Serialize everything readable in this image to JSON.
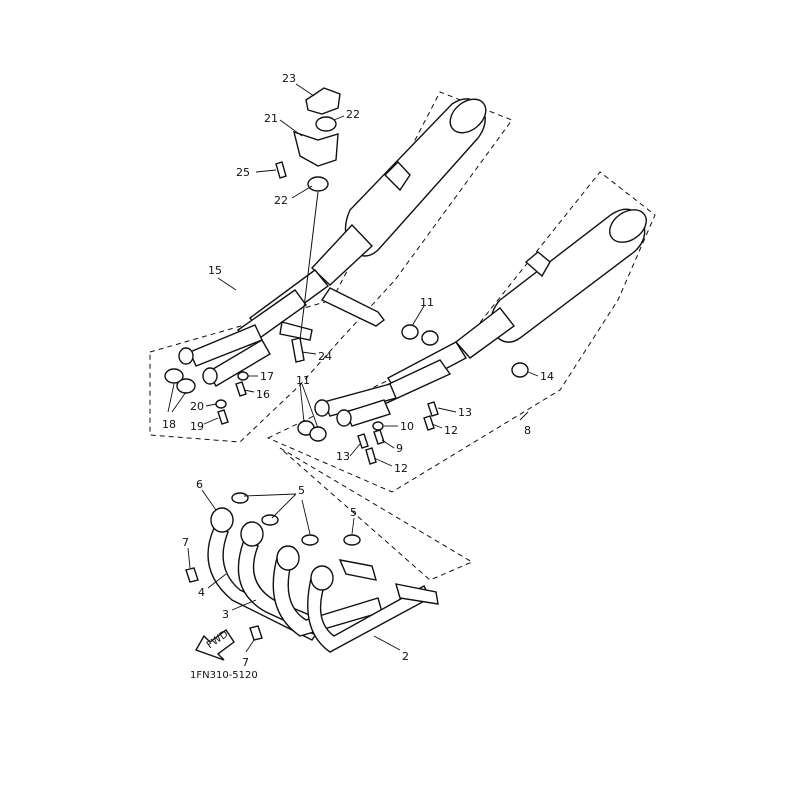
{
  "diagram": {
    "catalog_code": "1FN310-5120",
    "fwd_arrow_text": "FWD",
    "callouts": [
      {
        "id": "c23",
        "text": "23"
      },
      {
        "id": "c22a",
        "text": "22"
      },
      {
        "id": "c21",
        "text": "21"
      },
      {
        "id": "c25",
        "text": "25"
      },
      {
        "id": "c22b",
        "text": "22"
      },
      {
        "id": "c15",
        "text": "15"
      },
      {
        "id": "c24",
        "text": "24"
      },
      {
        "id": "c17",
        "text": "17"
      },
      {
        "id": "c16",
        "text": "16"
      },
      {
        "id": "c18",
        "text": "18"
      },
      {
        "id": "c20",
        "text": "20"
      },
      {
        "id": "c19",
        "text": "19"
      },
      {
        "id": "c11a",
        "text": "11"
      },
      {
        "id": "c14",
        "text": "14"
      },
      {
        "id": "c11b",
        "text": "11"
      },
      {
        "id": "c13a",
        "text": "13"
      },
      {
        "id": "c12a",
        "text": "12"
      },
      {
        "id": "c8",
        "text": "8"
      },
      {
        "id": "c10",
        "text": "10"
      },
      {
        "id": "c9",
        "text": "9"
      },
      {
        "id": "c13b",
        "text": "13"
      },
      {
        "id": "c12b",
        "text": "12"
      },
      {
        "id": "c6",
        "text": "6"
      },
      {
        "id": "c5a",
        "text": "5"
      },
      {
        "id": "c5b",
        "text": "5"
      },
      {
        "id": "c7a",
        "text": "7"
      },
      {
        "id": "c4",
        "text": "4"
      },
      {
        "id": "c3",
        "text": "3"
      },
      {
        "id": "c2",
        "text": "2"
      },
      {
        "id": "c7b",
        "text": "7"
      }
    ]
  }
}
